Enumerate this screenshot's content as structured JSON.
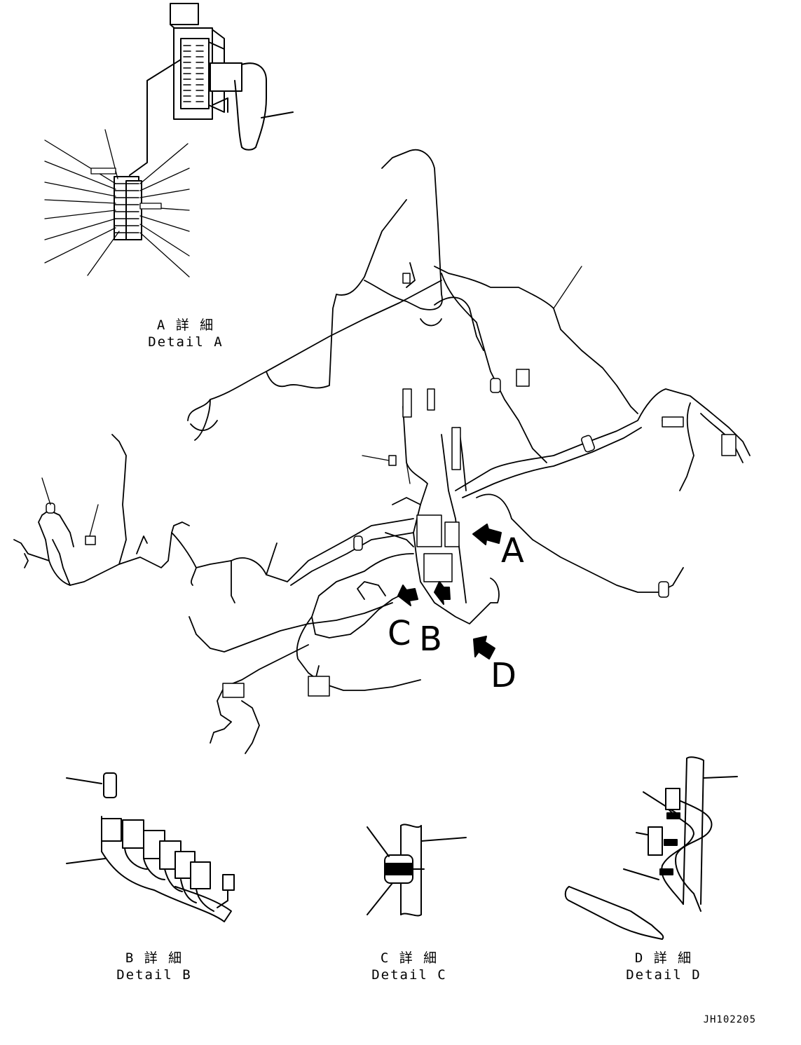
{
  "captions": {
    "detail_a": {
      "title": "A 詳 細",
      "subtitle": "Detail A"
    },
    "detail_b": {
      "title": "B 詳 細",
      "subtitle": "Detail B"
    },
    "detail_c": {
      "title": "C 詳 細",
      "subtitle": "Detail C"
    },
    "detail_d": {
      "title": "D 詳 細",
      "subtitle": "Detail D"
    }
  },
  "callouts": {
    "a": "A",
    "b": "B",
    "c": "C",
    "d": "D"
  },
  "drawing_code": "JH102205"
}
